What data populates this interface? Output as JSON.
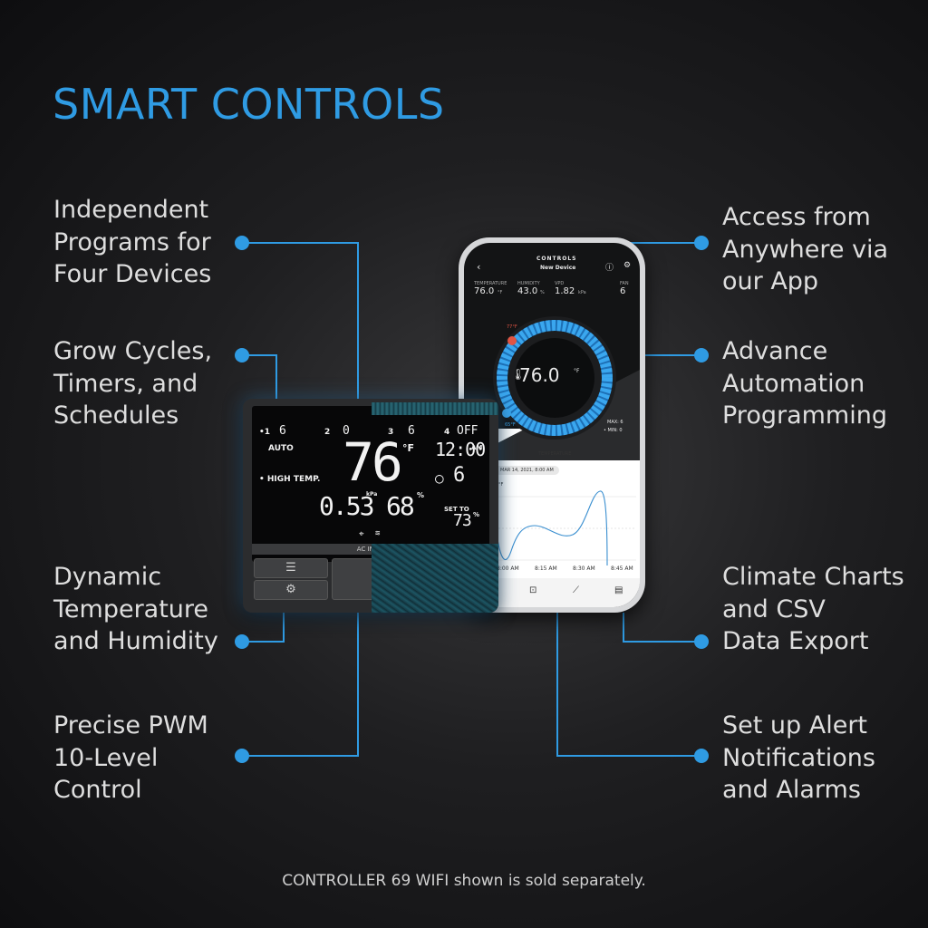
{
  "title": "SMART CONTROLS",
  "accent_color": "#2f9be3",
  "features_left": [
    {
      "lines": [
        "Independent",
        "Programs for",
        "Four Devices"
      ]
    },
    {
      "lines": [
        "Grow Cycles,",
        "Timers, and",
        "Schedules"
      ]
    },
    {
      "lines": [
        "Dynamic",
        "Temperature",
        "and Humidity"
      ]
    },
    {
      "lines": [
        "Precise PWM",
        "10-Level",
        "Control"
      ]
    }
  ],
  "features_right": [
    {
      "lines": [
        "Access from",
        "Anywhere via",
        "our App"
      ]
    },
    {
      "lines": [
        "Advance",
        "Automation",
        "Programming"
      ]
    },
    {
      "lines": [
        "Climate Charts",
        "and CSV",
        "Data Export"
      ]
    },
    {
      "lines": [
        "Set up Alert",
        "Notifications",
        "and Alarms"
      ]
    }
  ],
  "footnote": "CONTROLLER 69 WIFI shown is sold separately.",
  "controller": {
    "port1": "•1",
    "port1_value": "6",
    "port2": "2",
    "port2_value": "0",
    "port3": "3",
    "port3_value": "6",
    "port4": "4",
    "port4_value": "OFF",
    "mode": "AUTO",
    "alert": "• HIGH TEMP.",
    "temperature": "76",
    "temp_unit": "°F",
    "clock": "12:00",
    "clock_suffix": "AM",
    "fan_level": "6",
    "vpd": "0.53",
    "vpd_unit": "kPa",
    "humidity": "68",
    "humidity_unit": "%",
    "set_to_label": "SET TO",
    "set_to_value": "73",
    "set_to_unit": "%",
    "brand": "AC INFIN",
    "menu_button": "☰",
    "settings_button": "⚙"
  },
  "phone": {
    "header_title": "CONTROLS",
    "device_name": "New Device",
    "back_icon": "chevron-left-icon",
    "info_icon": "info-icon",
    "settings_icon": "gear-icon",
    "stats": [
      {
        "label": "TEMPERATURE",
        "value": "76.0",
        "unit": "°F"
      },
      {
        "label": "HUMIDITY",
        "value": "43.0",
        "unit": "%"
      },
      {
        "label": "VPD",
        "value": "1.82",
        "unit": "kPa"
      },
      {
        "label": "FAN",
        "value": "6",
        "unit": ""
      }
    ],
    "gauge_value": "76.0",
    "gauge_unit": "°F",
    "gauge_high": "77°F",
    "gauge_low": "65°F",
    "max_label": "MAX: 6",
    "min_label": "• MIN: 0",
    "chart_title": "TEMPERATURE",
    "chart_tooltip": "MAR 14, 2021, 8:00 AM",
    "chart_unit": "°F",
    "chart_xticks": [
      "8:00 AM",
      "8:15 AM",
      "8:30 AM",
      "8:45 AM"
    ],
    "tab_icons": [
      "app-icon",
      "chart-icon",
      "list-icon"
    ]
  }
}
